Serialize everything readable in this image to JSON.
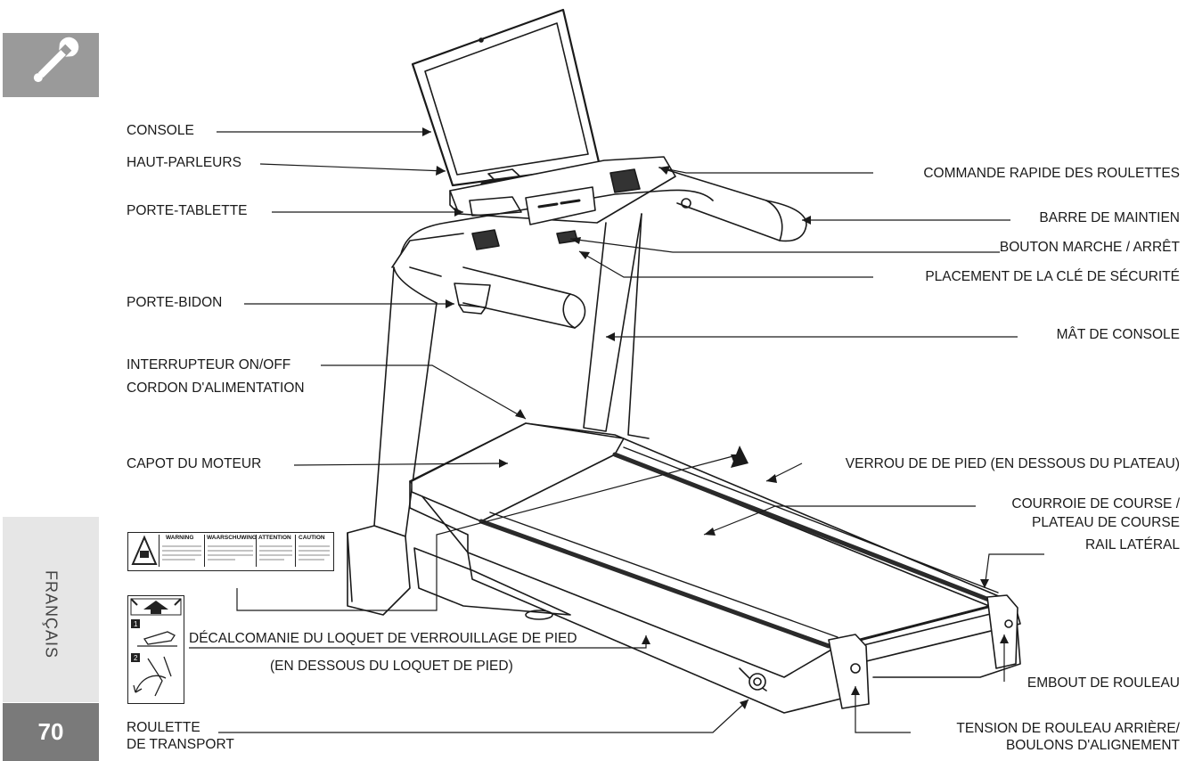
{
  "page": {
    "language_tab": "FRANÇAIS",
    "page_number": "70"
  },
  "labels": {
    "console": "CONSOLE",
    "speakers": "HAUT-PARLEURS",
    "tablet_holder": "PORTE-TABLETTE",
    "bottle_holder": "PORTE-BIDON",
    "power_switch_1": "INTERRUPTEUR ON/OFF",
    "power_switch_2": "CORDON D'ALIMENTATION",
    "motor_hood": "CAPOT DU MOTEUR",
    "quick_wheels": "COMMANDE RAPIDE DES ROULETTES",
    "handrail": "BARRE DE MAINTIEN",
    "start_stop": "BOUTON MARCHE / ARRÊT",
    "safety_key": "PLACEMENT DE LA CLÉ DE SÉCURITÉ",
    "console_mast": "MÂT DE CONSOLE",
    "foot_lock": "VERROU DE DE PIED (EN DESSOUS DU PLATEAU)",
    "belt_1": "COURROIE DE COURSE /",
    "belt_2": "PLATEAU DE COURSE",
    "side_rail": "RAIL LATÉRAL",
    "foot_latch_decal": "DÉCALCOMANIE DU LOQUET DE VERROUILLAGE DE PIED",
    "foot_latch_sub": "(EN DESSOUS DU LOQUET DE PIED)",
    "end_cap": "EMBOUT DE ROULEAU",
    "transport_wheel_1": "ROULETTE",
    "transport_wheel_2": "DE TRANSPORT",
    "rear_roller_1": "TENSION DE ROULEAU ARRIÈRE/",
    "rear_roller_2": "BOULONS D'ALIGNEMENT"
  },
  "warning_sticker": {
    "headers": [
      "WARNING",
      "WAARSCHUWING",
      "ATTENTION",
      "CAUTION"
    ]
  },
  "icons": [
    "wrench-icon",
    "warning-triangle-icon",
    "foot-press-icon",
    "arrows-up-icon"
  ]
}
